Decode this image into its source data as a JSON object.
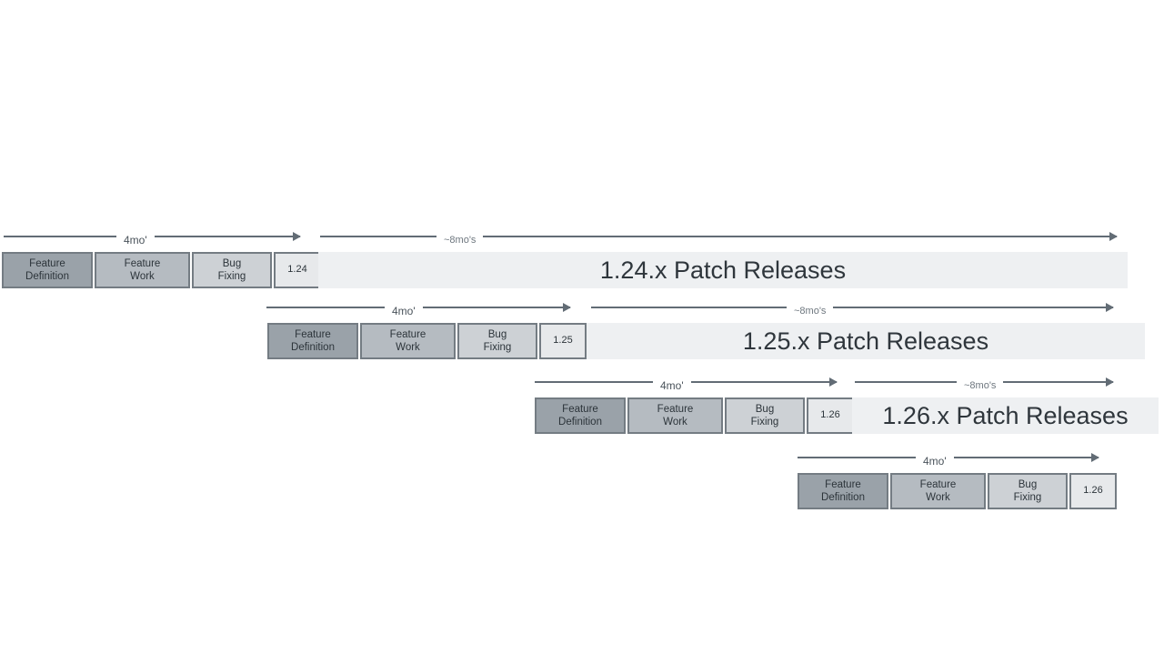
{
  "rows": [
    {
      "version": "1.24",
      "phases": [
        "Feature\nDefinition",
        "Feature\nWork",
        "Bug\nFixing"
      ],
      "duration_active": "4mo'",
      "duration_patch": "~8mo's",
      "patch_label": "1.24.x Patch Releases"
    },
    {
      "version": "1.25",
      "phases": [
        "Feature\nDefinition",
        "Feature\nWork",
        "Bug\nFixing"
      ],
      "duration_active": "4mo'",
      "duration_patch": "~8mo's",
      "patch_label": "1.25.x Patch Releases"
    },
    {
      "version": "1.26",
      "phases": [
        "Feature\nDefinition",
        "Feature\nWork",
        "Bug\nFixing"
      ],
      "duration_active": "4mo'",
      "duration_patch": "~8mo's",
      "patch_label": "1.26.x Patch Releases"
    },
    {
      "version": "1.26",
      "phases": [
        "Feature\nDefinition",
        "Feature\nWork",
        "Bug\nFixing"
      ],
      "duration_active": "4mo'"
    }
  ],
  "colors": {
    "feature_definition_box": "#9aa2a9",
    "feature_work_box": "#b5bbc1",
    "bug_fixing_box": "#cdd1d5",
    "version_box": "#e7e9eb",
    "patch_bar": "#eef0f2",
    "box_border": "#747c83",
    "arrow": "#626c75",
    "patch_text": "#2f363c"
  }
}
